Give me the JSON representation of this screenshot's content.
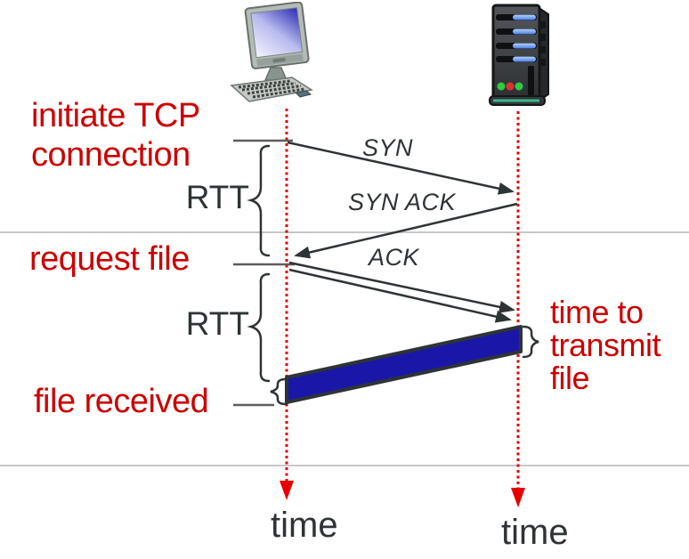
{
  "colors": {
    "accent_red": "#cc0000",
    "timeline_red": "#e60000",
    "ink_dark": "#2e3436",
    "file_bar_blue": "#1a17a8",
    "divider_gray": "#c7c7c7"
  },
  "client_annotations": {
    "initiate_line1": "initiate TCP",
    "initiate_line2": "connection",
    "request_file": "request file",
    "file_received": "file received"
  },
  "server_annotations": {
    "transmit_line1": "time to",
    "transmit_line2": "transmit",
    "transmit_line3": "file"
  },
  "rtt": {
    "top": "RTT",
    "bottom": "RTT"
  },
  "messages": {
    "syn": "SYN",
    "syn_ack": "SYN ACK",
    "ack": "ACK"
  },
  "axes": {
    "time_client": "time",
    "time_server": "time"
  },
  "icons": {
    "client": "client-computer-icon",
    "server": "server-icon"
  }
}
